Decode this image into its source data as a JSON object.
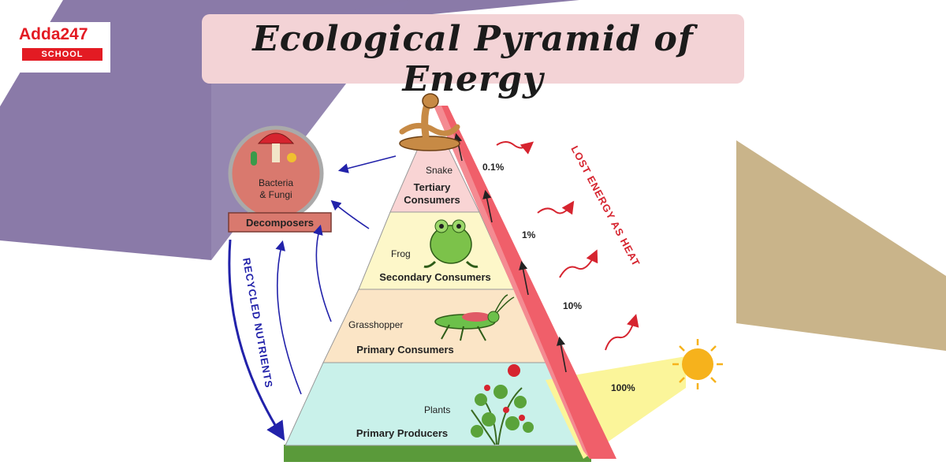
{
  "brand": {
    "name": "Adda247",
    "sub": "SCHOOL"
  },
  "title": "Ecological Pyramid of Energy",
  "pyramid": {
    "tiers": [
      {
        "organism": "Snake",
        "level": "Tertiary Consumers",
        "energy": "0.1%"
      },
      {
        "organism": "Frog",
        "level": "Secondary Consumers",
        "energy": "1%"
      },
      {
        "organism": "Grasshopper",
        "level": "Primary Consumers",
        "energy": "10%"
      },
      {
        "organism": "Plants",
        "level": "Primary Producers",
        "energy": "100%"
      }
    ],
    "decomposers": {
      "organism_line1": "Bacteria",
      "organism_line2": "& Fungi",
      "label": "Decomposers"
    },
    "recycled_label": "RECYCLED NUTRIENTS",
    "lost_label": "LOST ENERGY AS HEAT"
  },
  "colors": {
    "purple_bg": "#8a7aa8",
    "gold_bg": "#c9b48a",
    "tier_tertiary": "#f9d4d4",
    "tier_secondary": "#fdf7c9",
    "tier_primary": "#fbe5c6",
    "tier_producers": "#c9f1ea",
    "heat_band": "#f05f6a",
    "decomposer": "#d9796e",
    "arrow_blue": "#2222aa"
  }
}
